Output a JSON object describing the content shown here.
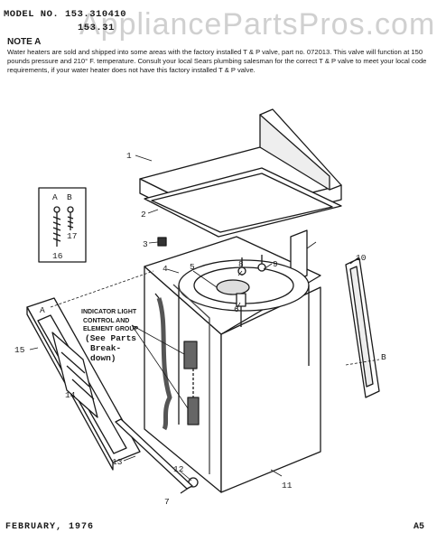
{
  "header": {
    "model_line": "MODEL NO.  153.310410",
    "model_line2": "153.31",
    "watermark": "AppliancePartsPros.com"
  },
  "note": {
    "title": "NOTE A",
    "body": "Water heaters are sold and shipped into some areas with the factory installed T & P valve, part no. 072013. This valve will function at 150 pounds pressure and 210° F. temperature. Consult your local Sears plumbing salesman for the correct T & P valve to meet your local code requirements, if your water heater does not have this factory installed T & P valve."
  },
  "callouts": {
    "c1": "1",
    "c2": "2",
    "c3": "3",
    "c4": "4",
    "c5": "5",
    "c6": "6",
    "c7": "7",
    "c8": "8",
    "c9": "9",
    "c10": "10",
    "c11": "11",
    "c12": "12",
    "c13": "13",
    "c14": "14",
    "c15": "15",
    "c16": "16",
    "c17": "17",
    "cA": "A",
    "cB": "B"
  },
  "annotations": {
    "indicator_l1": "INDICATOR LIGHT",
    "indicator_l2": "CONTROL AND",
    "indicator_l3": "ELEMENT GROUP",
    "see1": "(See Parts",
    "see2": "Break-",
    "see3": "down)"
  },
  "footer": {
    "date": "FEBRUARY, 1976",
    "page": "A5"
  }
}
